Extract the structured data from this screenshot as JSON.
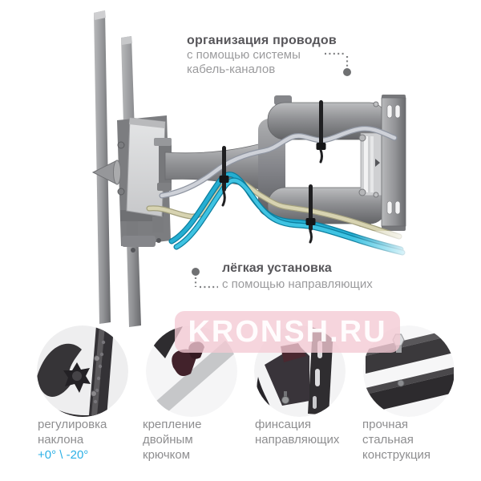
{
  "annotations": {
    "top": {
      "title": "организация проводов",
      "line1": "с помощью системы",
      "line2": "кабель-каналов"
    },
    "middle": {
      "title": "лёгкая установка",
      "line1": "с помощью направляющих"
    }
  },
  "watermark": {
    "text": "KRONSH.RU"
  },
  "features": [
    {
      "line1": "регулировка",
      "line2": "наклона",
      "highlight": "+0° \\ -20°"
    },
    {
      "line1": "крепление",
      "line2": "двойным",
      "line3": "крючком"
    },
    {
      "line1": "финсация",
      "line2": "направляющих"
    },
    {
      "line1": "прочная",
      "line2": "стальная",
      "line3": "конструкция"
    }
  ],
  "colors": {
    "accent_cyan": "#2bb0e6",
    "watermark_pink": "#f3c9d3",
    "cable_teal": "#25aed2",
    "cable_beige": "#d7d3b1",
    "cable_silver": "#c9ccd3",
    "metal_gray": "#909194",
    "text_dark": "#57565a",
    "text_light": "#9b9b9d"
  }
}
